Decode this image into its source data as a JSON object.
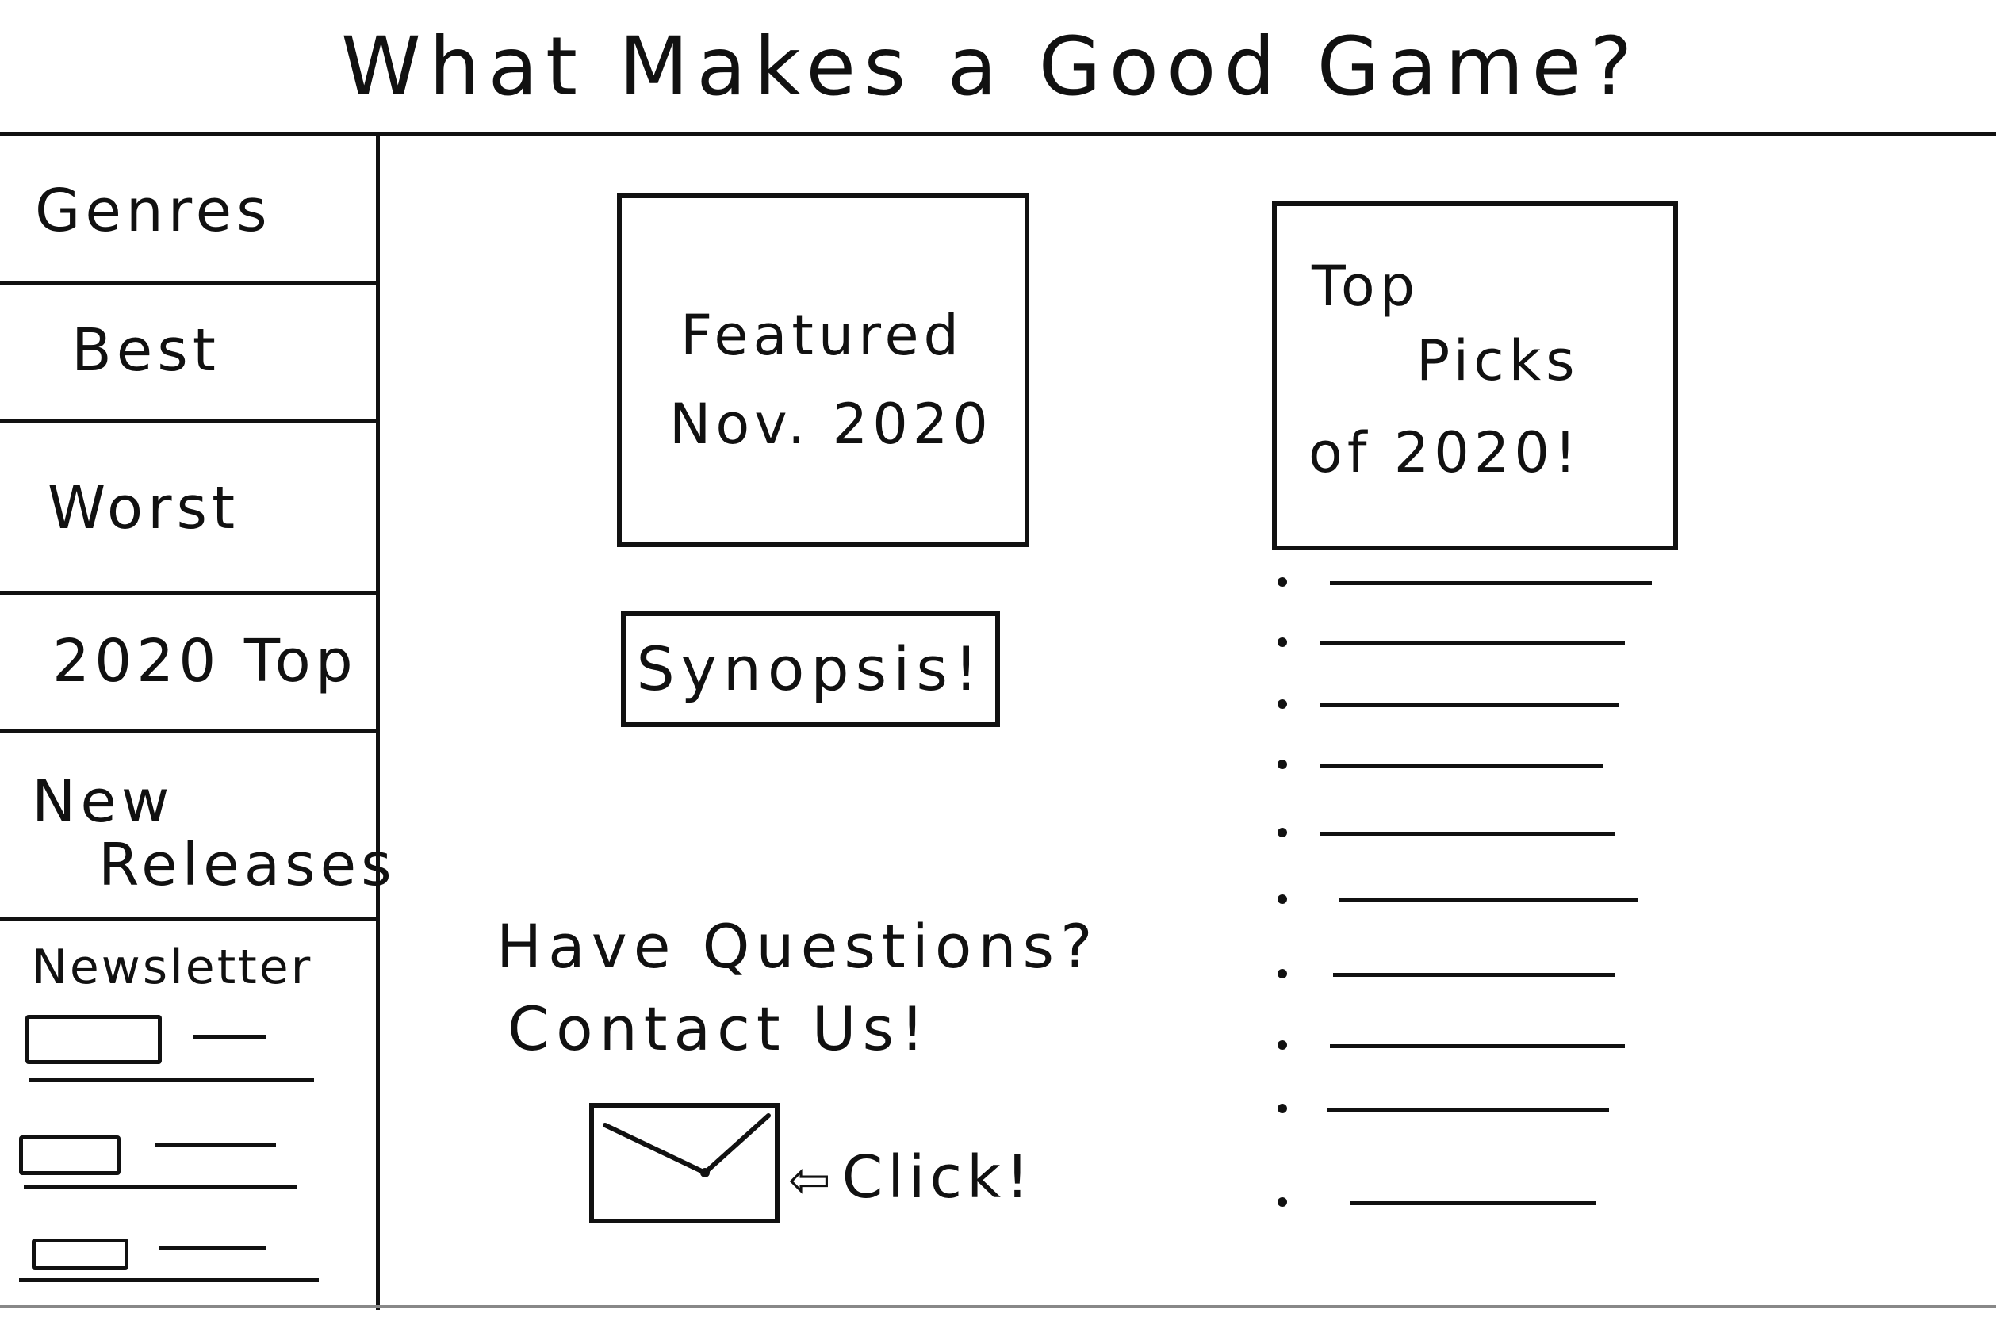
{
  "header": {
    "title": "What Makes a Good Game?"
  },
  "sidebar": {
    "items": [
      {
        "label": "Genres"
      },
      {
        "label": "Best"
      },
      {
        "label": "Worst"
      },
      {
        "label": "2020 Top"
      },
      {
        "label_line1": "New",
        "label_line2": "Releases"
      },
      {
        "label": "Newsletter"
      }
    ]
  },
  "featured": {
    "line1": "Featured",
    "line2": "Nov. 2020"
  },
  "synopsis": {
    "label": "Synopsis!"
  },
  "top_picks": {
    "line1": "Top",
    "line2": "Picks",
    "line3": "of 2020!"
  },
  "contact": {
    "line1": "Have Questions?",
    "line2": "Contact Us!",
    "click_label": "Click!",
    "arrow_icon": "arrow-left-icon",
    "mail_icon": "envelope-icon"
  },
  "colors": {
    "ink": "#111111",
    "paper": "#ffffff"
  }
}
